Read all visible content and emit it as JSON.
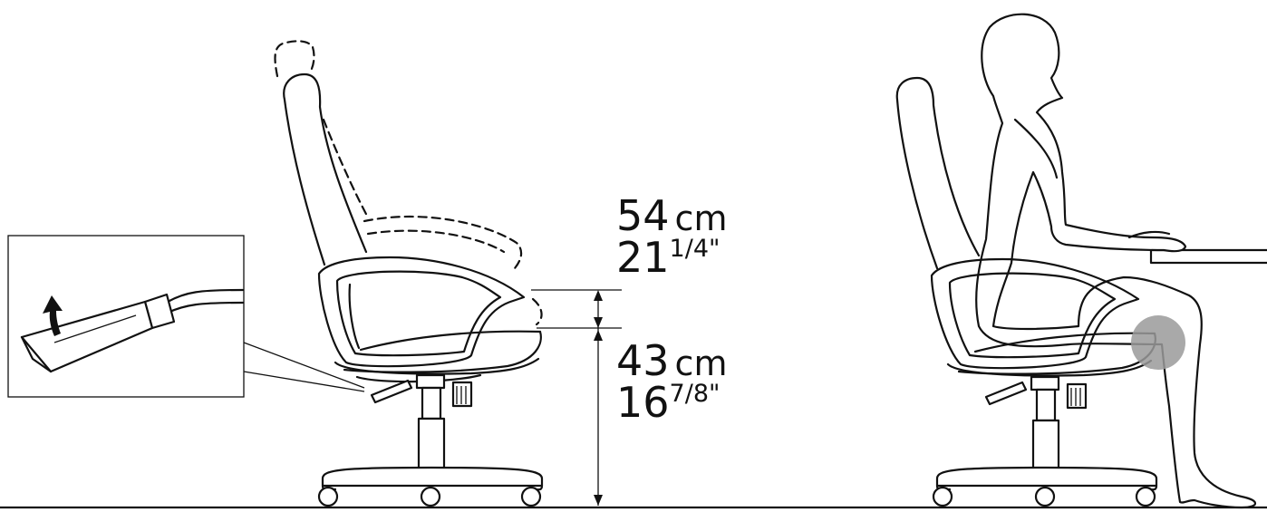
{
  "measurements": {
    "upper": {
      "metric_value": "54",
      "metric_unit": "cm",
      "imperial_whole": "21",
      "imperial_fraction": "1/4\""
    },
    "lower": {
      "metric_value": "43",
      "metric_unit": "cm",
      "imperial_whole": "16",
      "imperial_fraction": "7/8\""
    }
  },
  "colors": {
    "line": "#111111",
    "highlight": "#9a9a9a",
    "background": "#ffffff"
  },
  "icons": [
    "lever-inset-icon",
    "up-arrow-icon",
    "double-arrow-dimension-icon"
  ]
}
